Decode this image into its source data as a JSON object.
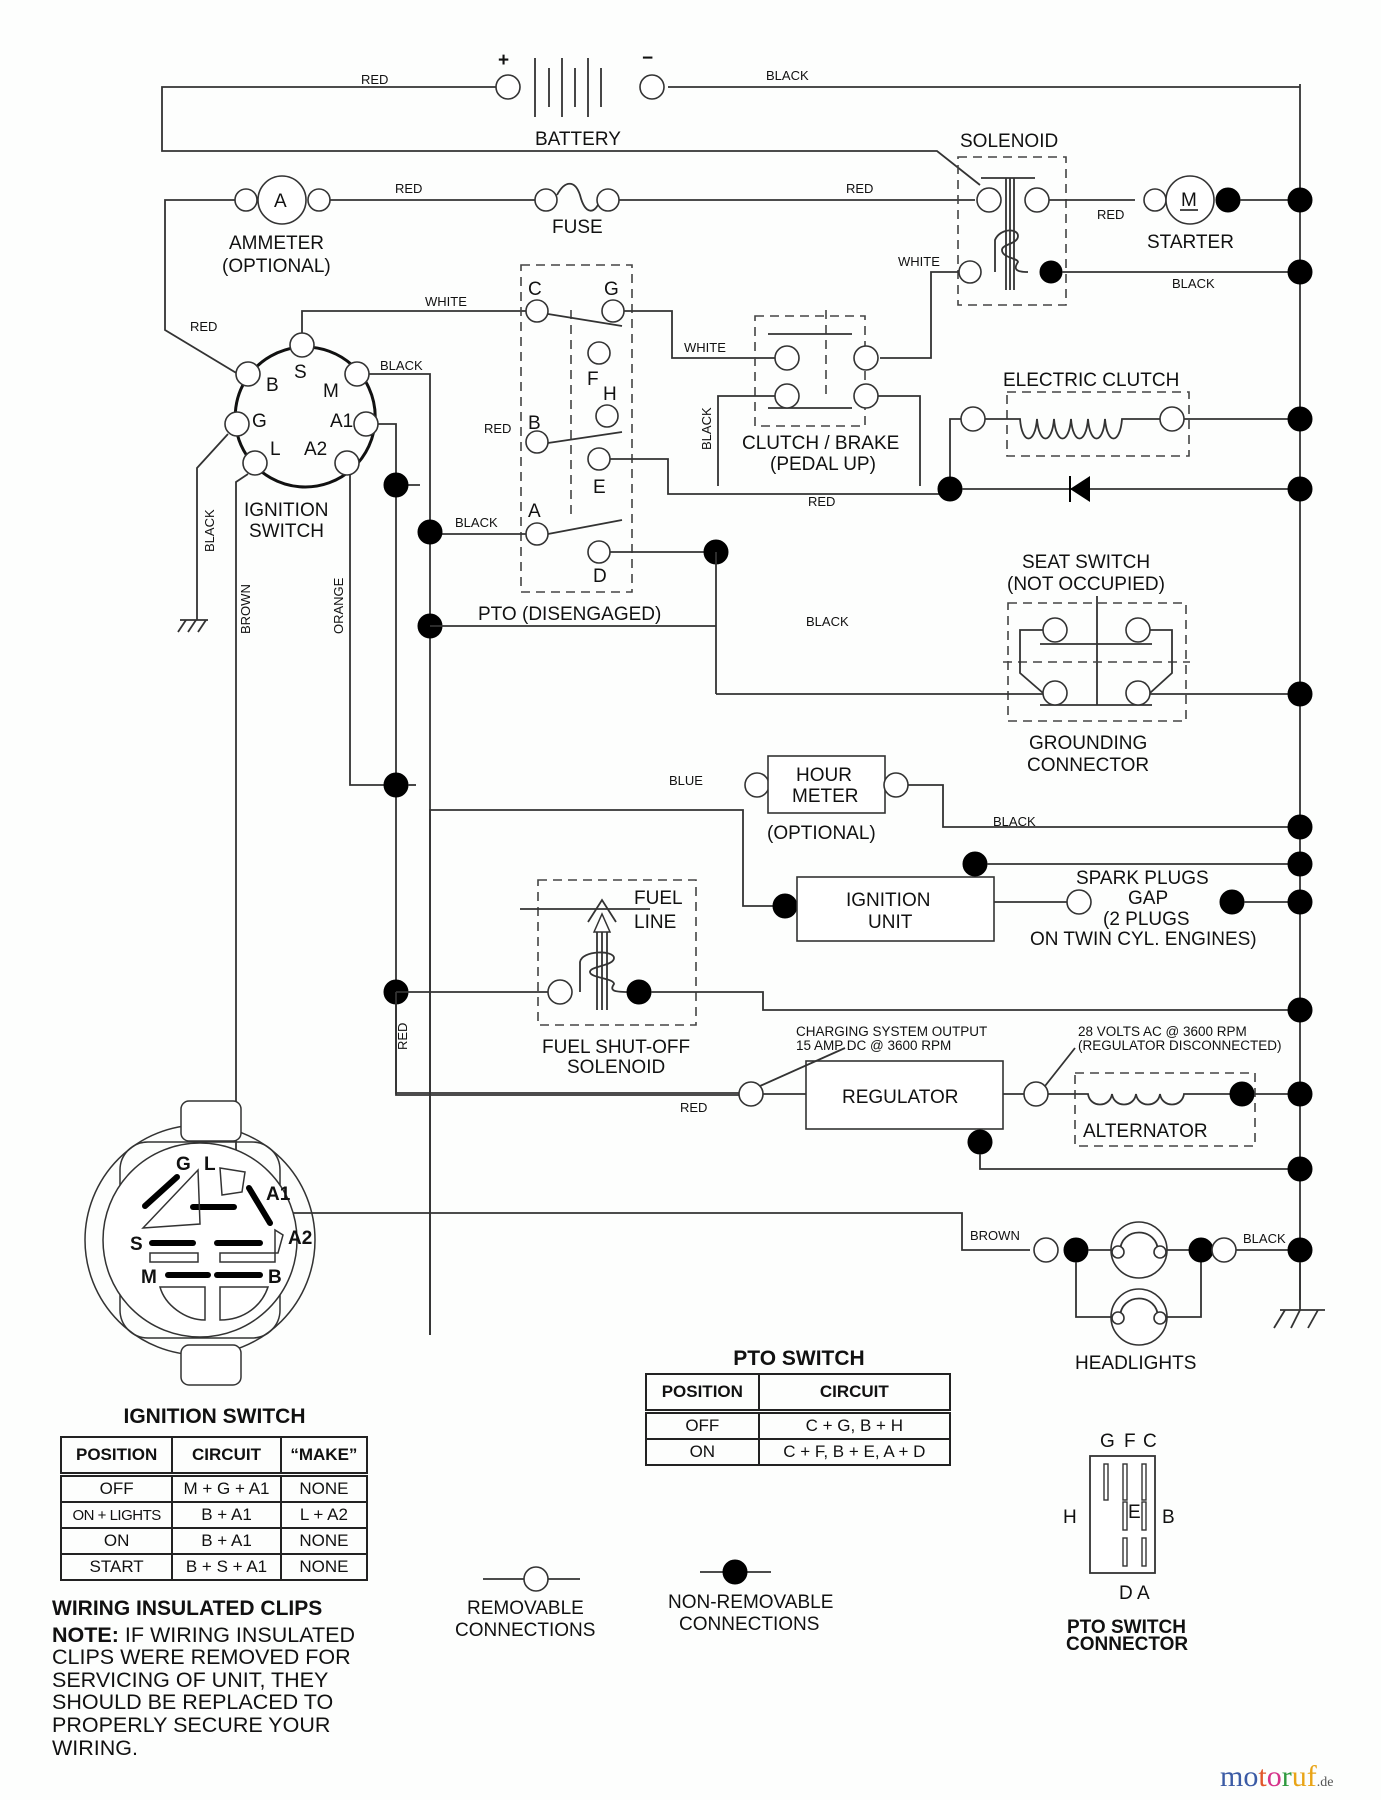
{
  "components": {
    "battery": "BATTERY",
    "battery_plus": "+",
    "battery_minus": "−",
    "ammeter_symbol": "A",
    "ammeter": "AMMETER",
    "ammeter_note": "(OPTIONAL)",
    "fuse": "FUSE",
    "solenoid": "SOLENOID",
    "starter_symbol": "M",
    "starter": "STARTER",
    "clutch_brake": "CLUTCH / BRAKE",
    "clutch_brake_note": "(PEDAL UP)",
    "electric_clutch": "ELECTRIC CLUTCH",
    "ignition_switch_line1": "IGNITION",
    "ignition_switch_line2": "SWITCH",
    "pto": "PTO (DISENGAGED)",
    "seat_switch": "SEAT SWITCH",
    "seat_switch_note": "(NOT OCCUPIED)",
    "grounding_connector_line1": "GROUNDING",
    "grounding_connector_line2": "CONNECTOR",
    "hour_meter_line1": "HOUR",
    "hour_meter_line2": "METER",
    "hour_meter_note": "(OPTIONAL)",
    "ignition_unit_line1": "IGNITION",
    "ignition_unit_line2": "UNIT",
    "spark_plugs_line1": "SPARK PLUGS",
    "spark_plugs_line2": "GAP",
    "spark_plugs_line3": "(2 PLUGS",
    "spark_plugs_line4": "ON TWIN CYL. ENGINES)",
    "fuel_line_1": "FUEL",
    "fuel_line_2": "LINE",
    "fuel_solenoid_line1": "FUEL SHUT-OFF",
    "fuel_solenoid_line2": "SOLENOID",
    "regulator": "REGULATOR",
    "alternator": "ALTERNATOR",
    "charging_note_1": "CHARGING SYSTEM OUTPUT",
    "charging_note_2": "15 AMP DC @ 3600 RPM",
    "alt_note_1": "28 VOLTS AC @ 3600 RPM",
    "alt_note_2": "(REGULATOR DISCONNECTED)",
    "headlights": "HEADLIGHTS"
  },
  "ignition_terminals": {
    "B": "B",
    "S": "S",
    "M": "M",
    "G": "G",
    "A1": "A1",
    "L": "L",
    "A2": "A2"
  },
  "pto_terminals": {
    "C": "C",
    "G": "G",
    "F": "F",
    "H": "H",
    "B": "B",
    "E": "E",
    "A": "A",
    "D": "D"
  },
  "wire_labels": {
    "battery_pos": "RED",
    "battery_neg": "BLACK",
    "ammeter_fuse": "RED",
    "fuse_solenoid": "RED",
    "solenoid_starter": "RED",
    "solenoid_coil": "WHITE",
    "solenoid_ground": "BLACK",
    "ign_b": "RED",
    "ign_s": "WHITE",
    "ign_m": "BLACK",
    "ign_g": "BLACK",
    "ign_l": "BROWN",
    "ign_a2": "ORANGE",
    "pto_g": "WHITE",
    "pto_b": "RED",
    "pto_a": "BLACK",
    "clutch_black": "BLACK",
    "clutch_red": "RED",
    "pto_black": "BLACK",
    "hour_blue": "BLUE",
    "hour_black": "BLACK",
    "fuel_red": "RED",
    "reg_red": "RED",
    "headlight_brown": "BROWN",
    "headlight_black": "BLACK"
  },
  "ignition_switch_diagram": {
    "labels": [
      "G",
      "L",
      "A1",
      "A2",
      "S",
      "M",
      "B"
    ]
  },
  "ignition_table": {
    "title": "IGNITION SWITCH",
    "headers": [
      "POSITION",
      "CIRCUIT",
      "“MAKE”"
    ],
    "rows": [
      [
        "OFF",
        "M + G + A1",
        "NONE"
      ],
      [
        "ON + LIGHTS",
        "B + A1",
        "L + A2"
      ],
      [
        "ON",
        "B + A1",
        "NONE"
      ],
      [
        "START",
        "B + S + A1",
        "NONE"
      ]
    ]
  },
  "pto_table": {
    "title": "PTO SWITCH",
    "headers": [
      "POSITION",
      "CIRCUIT"
    ],
    "rows": [
      [
        "OFF",
        "C + G, B + H"
      ],
      [
        "ON",
        "C + F, B + E, A + D"
      ]
    ]
  },
  "legend": {
    "removable_1": "REMOVABLE",
    "removable_2": "CONNECTIONS",
    "nonremovable_1": "NON-REMOVABLE",
    "nonremovable_2": "CONNECTIONS"
  },
  "pto_connector": {
    "top": [
      "G",
      "F",
      "C"
    ],
    "left": "H",
    "center": "E",
    "right": "B",
    "bottom": [
      "D",
      "A"
    ],
    "title_1": "PTO SWITCH",
    "title_2": "CONNECTOR"
  },
  "note": {
    "heading": "WIRING INSULATED CLIPS",
    "label": "NOTE:",
    "text": " IF WIRING INSULATED CLIPS WERE REMOVED FOR SERVICING OF UNIT, THEY SHOULD BE REPLACED TO PROPERLY SECURE YOUR WIRING."
  },
  "watermark": {
    "letters": [
      "m",
      "o",
      "t",
      "o",
      "r",
      "u",
      "f"
    ],
    "colors": [
      "#3b5ba5",
      "#3b5ba5",
      "#e2572b",
      "#d6338a",
      "#2e9a3e",
      "#e9a416",
      "#e9a416"
    ],
    "suffix": ".de"
  }
}
